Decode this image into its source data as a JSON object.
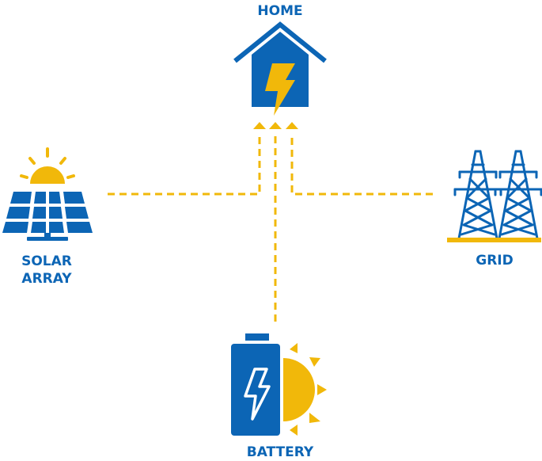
{
  "labels": {
    "home": "HOME",
    "solar_line1": "SOLAR",
    "solar_line2": "ARRAY",
    "grid": "GRID",
    "battery": "BATTERY"
  },
  "colors": {
    "blue": "#0c65b5",
    "yellow": "#f1b80a",
    "white": "#ffffff"
  },
  "icons": {
    "home": "house-lightning-icon",
    "solar": "solar-panel-sun-icon",
    "grid": "transmission-tower-icon",
    "battery": "battery-sun-icon"
  }
}
